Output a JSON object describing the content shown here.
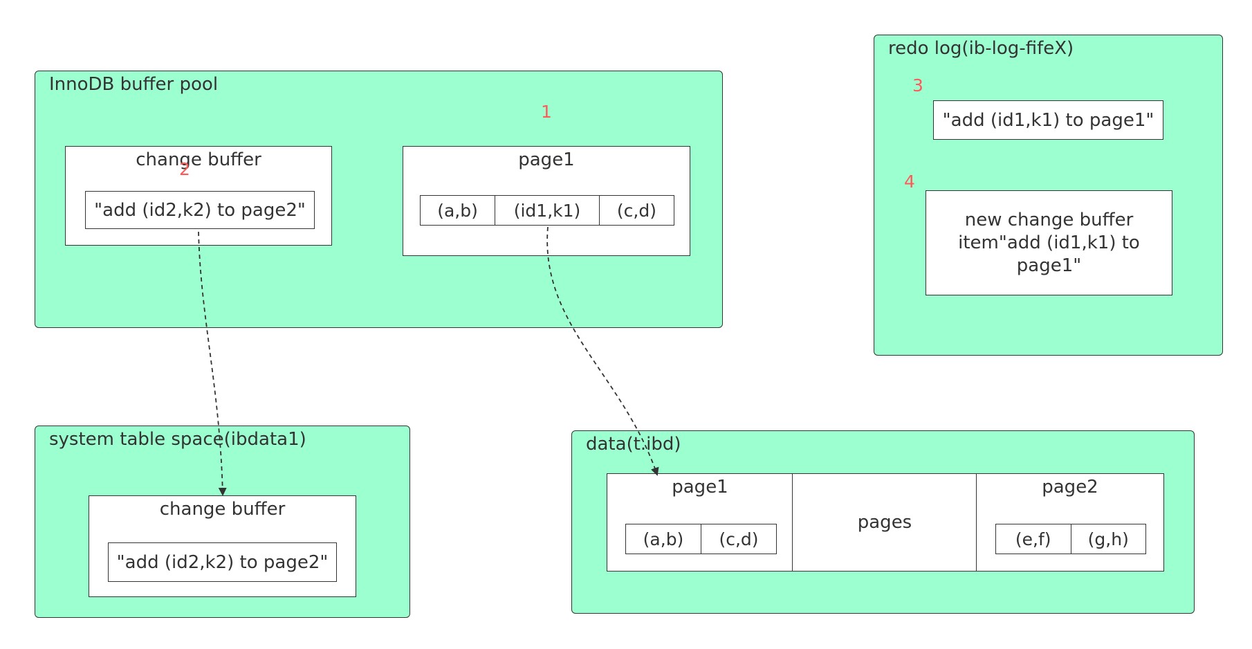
{
  "buffer_pool": {
    "title": "InnoDB buffer pool",
    "step": "1",
    "change_buffer": {
      "title": "change buffer",
      "step": "2",
      "item": "\"add (id2,k2) to page2\""
    },
    "page1": {
      "title": "page1",
      "cells": [
        "(a,b)",
        "(id1,k1)",
        "(c,d)"
      ]
    }
  },
  "redo_log": {
    "title": "redo log(ib-log-fifeX)",
    "step3": "3",
    "entry1": "\"add (id1,k1) to page1\"",
    "step4": "4",
    "entry2": "new change buffer item\"add (id1,k1) to page1\""
  },
  "system_tablespace": {
    "title": "system table space(ibdata1)",
    "change_buffer": {
      "title": "change buffer",
      "item": "\"add (id2,k2) to page2\""
    }
  },
  "data_file": {
    "title": "data(t.ibd)",
    "page1": {
      "title": "page1",
      "cells": [
        "(a,b)",
        "(c,d)"
      ]
    },
    "pages": "pages",
    "page2": {
      "title": "page2",
      "cells": [
        "(e,f)",
        "(g,h)"
      ]
    }
  },
  "colors": {
    "container": "#9cffd0",
    "step_number": "#ff5a5a",
    "line": "#333333"
  }
}
